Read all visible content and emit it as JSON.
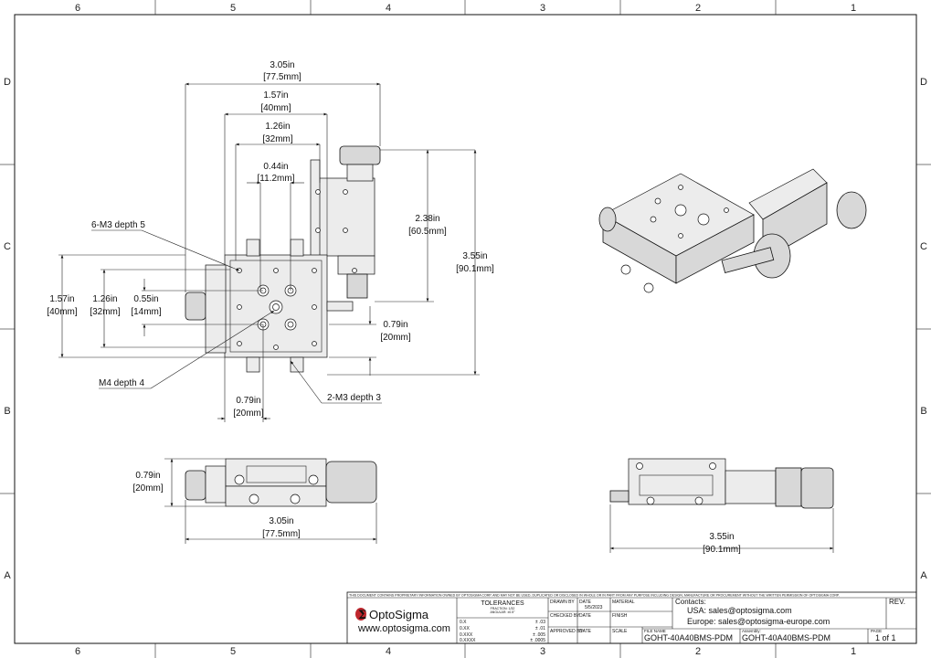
{
  "zones": {
    "top": [
      "6",
      "5",
      "4",
      "3",
      "2",
      "1"
    ],
    "bottom": [
      "6",
      "5",
      "4",
      "3",
      "2",
      "1"
    ],
    "left": [
      "D",
      "C",
      "B",
      "A"
    ],
    "right": [
      "D",
      "C",
      "B",
      "A"
    ]
  },
  "top_view": {
    "overall_width": {
      "in": "3.05in",
      "mm": "[77.5mm]"
    },
    "width_40": {
      "in": "1.57in",
      "mm": "[40mm]"
    },
    "width_32": {
      "in": "1.26in",
      "mm": "[32mm]"
    },
    "width_11": {
      "in": "0.44in",
      "mm": "[11.2mm]"
    },
    "height_60": {
      "in": "2.38in",
      "mm": "[60.5mm]"
    },
    "height_90": {
      "in": "3.55in",
      "mm": "[90.1mm]"
    },
    "left_40": {
      "in": "1.57in",
      "mm": "[40mm]"
    },
    "left_32": {
      "in": "1.26in",
      "mm": "[32mm]"
    },
    "left_14": {
      "in": "0.55in",
      "mm": "[14mm]"
    },
    "right_20": {
      "in": "0.79in",
      "mm": "[20mm]"
    },
    "bottom_20": {
      "in": "0.79in",
      "mm": "[20mm]"
    },
    "callout_m3_6": "6-M3 depth 5",
    "callout_m4": "M4 depth 4",
    "callout_m3_2": "2-M3 depth 3"
  },
  "front_view": {
    "height": {
      "in": "0.79in",
      "mm": "[20mm]"
    },
    "width": {
      "in": "3.05in",
      "mm": "[77.5mm]"
    }
  },
  "side_view": {
    "width": {
      "in": "3.55in",
      "mm": "[90.1mm]"
    }
  },
  "title_block": {
    "disclaimer": "THIS DOCUMENT CONTAINS PROPRIETARY INFORMATION OWNED BY OPTOSIGMA CORP. AND MAY NOT BE USED, DUPLICATED OR DISCLOSED IN WHOLE OR IN PART FROM ANY PURPOSE INCLUDING DESIGN, MANUFACTURE OR PROCUREMENT WITHOUT THE WRITTEN PERMISSION OF OPTOSIGMA CORP.",
    "company": "OptoSigma",
    "website": "www.optosigma.com",
    "tolerances_label": "TOLERANCES",
    "fraction": "FRACTION: 1/32",
    "angular": "ANGULAR: ±0.5°",
    "tol_rows": [
      {
        "k": "0.X",
        "v": "± .03"
      },
      {
        "k": "0.XX",
        "v": "± .01"
      },
      {
        "k": "0.XXX",
        "v": "± .005"
      },
      {
        "k": "0.XXXX",
        "v": "± .0005"
      }
    ],
    "drawn_label": "DRAWN BY",
    "checked_label": "CHECKED BY",
    "approved_label": "APPROVED BY",
    "date_label": "DATE",
    "date_value": "5/5/2023",
    "material_label": "MATERIAL",
    "finish_label": "FINISH",
    "scale_label": "SCALE",
    "contacts_label": "Contacts:",
    "usa": "USA: sales@optosigma.com",
    "europe": "Europe: sales@optosigma-europe.com",
    "rev_label": "REV.",
    "file_name_label": "FILE NAME",
    "file_name": "GOHT-40A40BMS-PDM",
    "assembly_label": "Assembly:",
    "assembly": "GOHT-40A40BMS-PDM",
    "page_label": "PAGE",
    "page": "1 of 1"
  }
}
